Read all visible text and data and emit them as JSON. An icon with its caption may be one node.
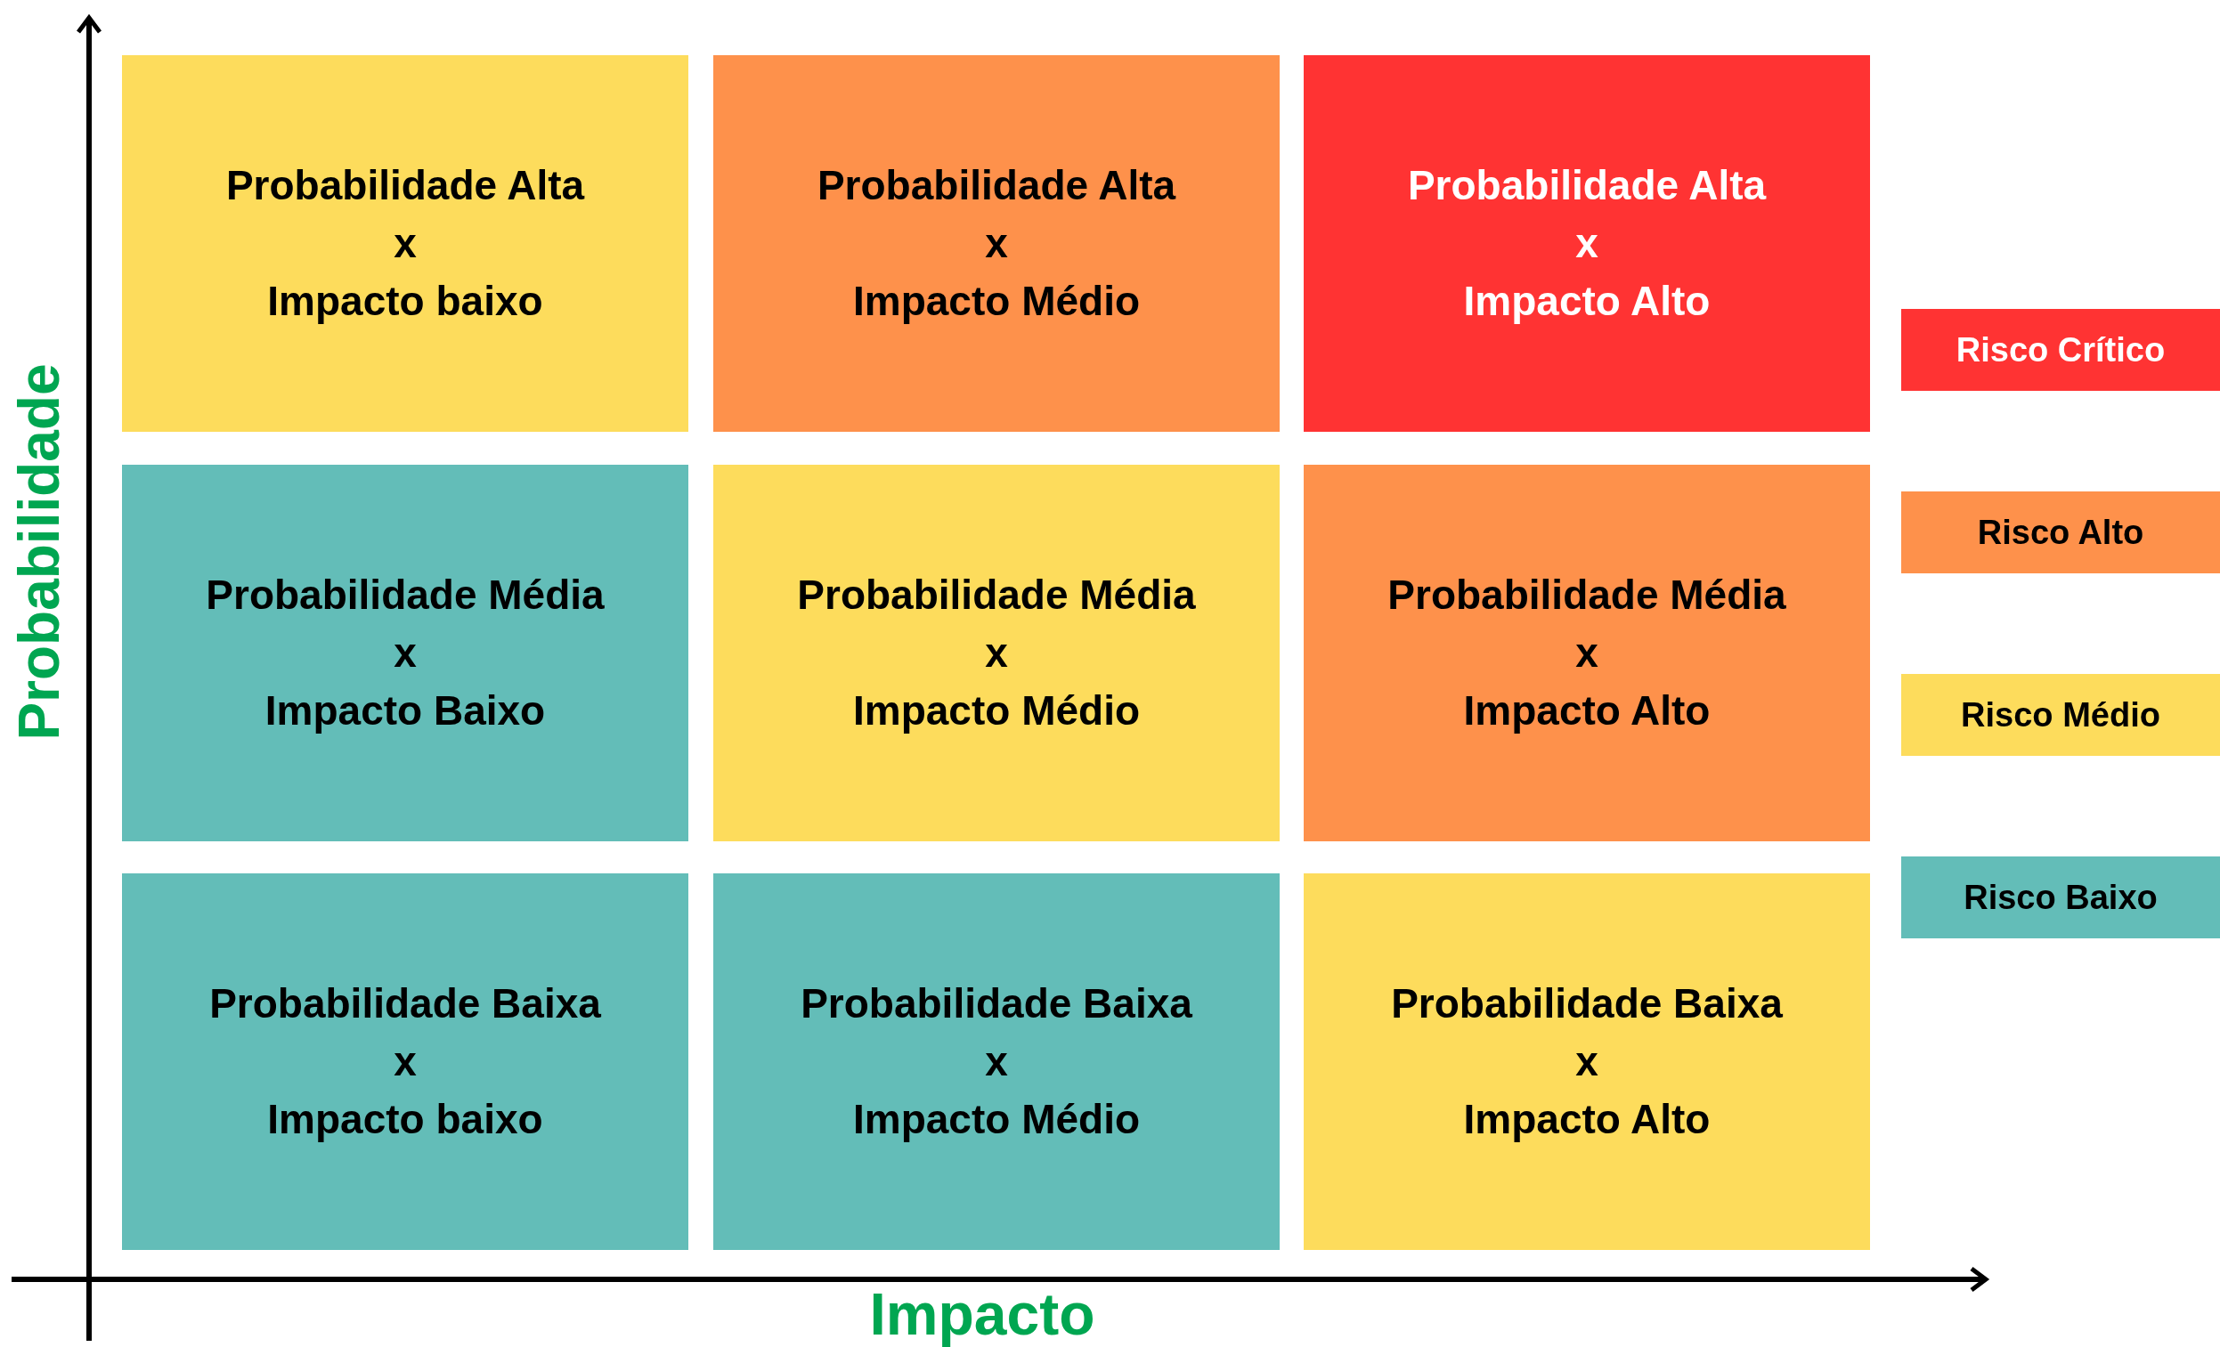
{
  "diagram": {
    "nodes": [
      {
        "text": [
          "Probabilidade Alta",
          "x",
          "Impacto baixo"
        ]
      },
      {
        "text": [
          "Probabilidade Alta",
          "x",
          "Impacto Médio"
        ]
      },
      {
        "text": [
          "Probabilidade Alta",
          "x",
          "Impacto Alto"
        ]
      },
      {
        "text": [
          "Probabilidade Média",
          "x",
          "Impacto Baixo"
        ]
      },
      {
        "text": [
          "Probabilidade Média",
          "x",
          "Impacto Médio"
        ]
      },
      {
        "text": [
          "Probabilidade Média",
          "x",
          "Impacto Alto"
        ]
      },
      {
        "text": [
          "Probabilidade Baixa",
          "x",
          "Impacto baixo"
        ]
      },
      {
        "text": [
          "Probabilidade Baixa",
          "x",
          "Impacto Médio"
        ]
      },
      {
        "text": [
          "Probabilidade Baixa",
          "x",
          "Impacto Alto"
        ]
      }
    ],
    "labels": [
      "Probabilidade",
      "Impacto"
    ],
    "legend": [
      {
        "text": "Risco Crítico",
        "color": "#ff3333"
      },
      {
        "text": "Risco Alto",
        "color": "#fe914b"
      },
      {
        "text": "Risco Médio",
        "color": "#fddc5c"
      },
      {
        "text": "Risco Baixo",
        "color": "#63bdb8"
      }
    ]
  }
}
